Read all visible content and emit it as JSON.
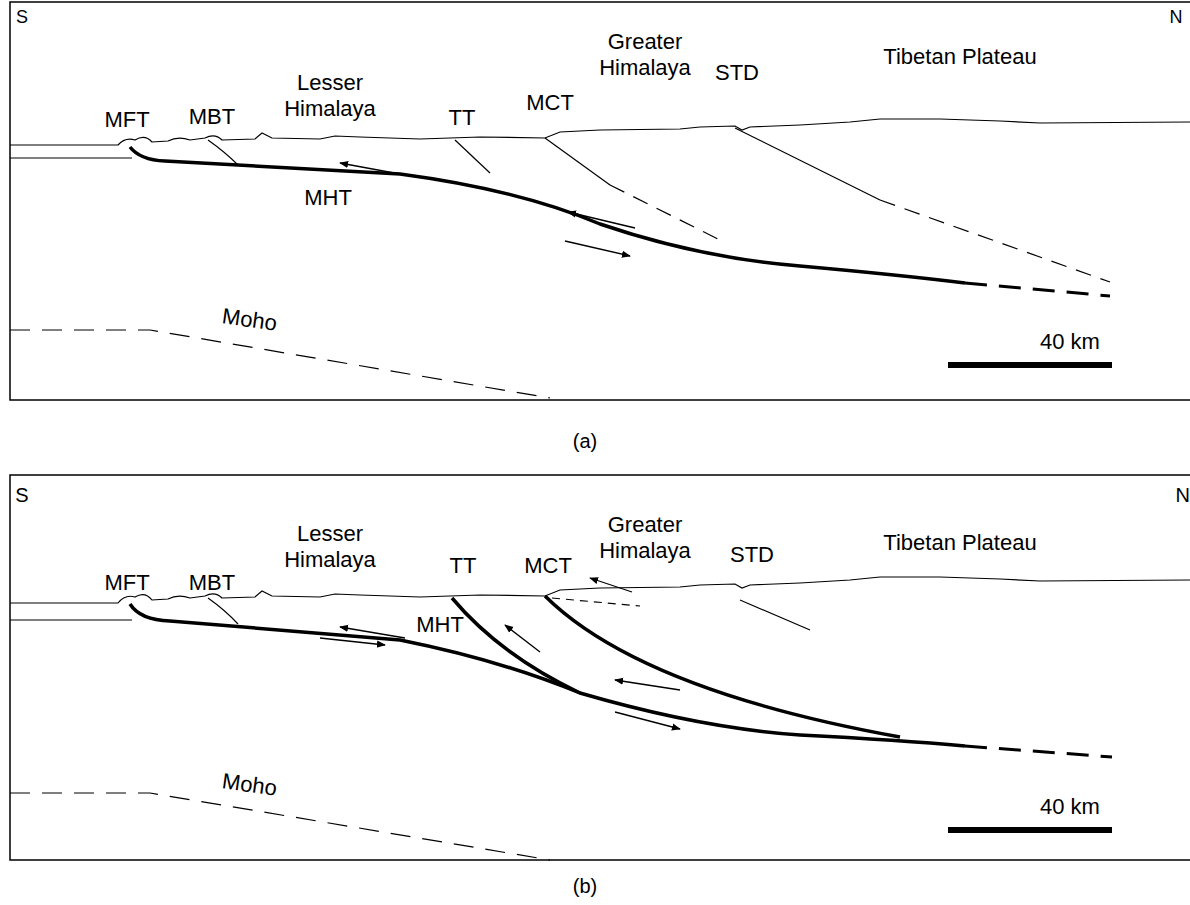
{
  "diagram": {
    "labels": [
      "S",
      "N",
      "MFT",
      "MBT",
      "Lesser Himalaya",
      "TT",
      "MCT",
      "Greater Himalaya",
      "STD",
      "Tibetan Plateau",
      "MHT",
      "Moho",
      "40 km",
      "(a)",
      "S",
      "N",
      "MFT",
      "MBT",
      "Lesser Himalaya",
      "TT",
      "MCT",
      "Greater Himalaya",
      "STD",
      "Tibetan Plateau",
      "MHT",
      "Moho",
      "40 km",
      "(b)"
    ]
  }
}
